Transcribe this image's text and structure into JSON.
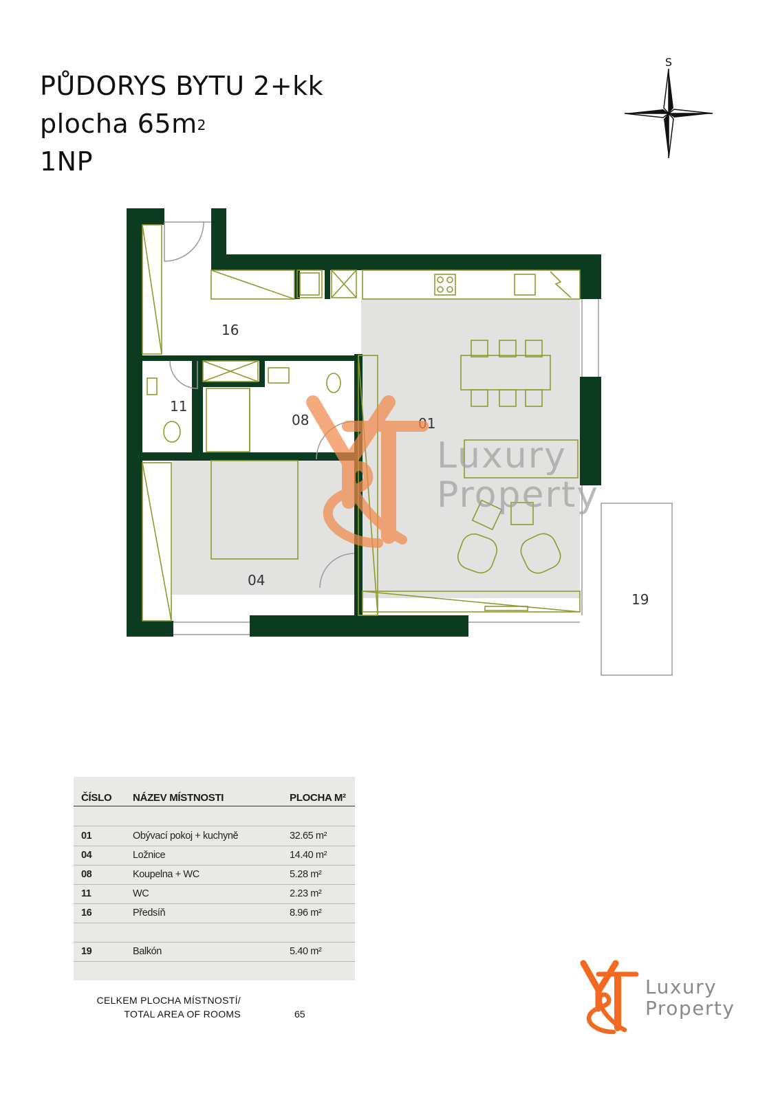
{
  "header": {
    "line1": "PŮDORYS BYTU 2+kk",
    "line2_prefix": "plocha 65m",
    "line2_sup": "2",
    "line3": "1NP"
  },
  "compass": {
    "label": "S"
  },
  "plan": {
    "rooms": [
      {
        "id": "16",
        "label": "16"
      },
      {
        "id": "11",
        "label": "11"
      },
      {
        "id": "08",
        "label": "08"
      },
      {
        "id": "01",
        "label": "01"
      },
      {
        "id": "04",
        "label": "04"
      },
      {
        "id": "19",
        "label": "19"
      }
    ],
    "wall_color": "#0d3b1f",
    "floor_color": "#e2e2e0",
    "line_color": "#9aa23a"
  },
  "watermark": {
    "lines": [
      "Luxury",
      "Property"
    ],
    "mark_color": "#f08a4b"
  },
  "table": {
    "headers": {
      "num": "ČÍSLO",
      "name": "NÁZEV MÍSTNOSTI",
      "area": "PLOCHA M²"
    },
    "rows": [
      {
        "num": "01",
        "name": "Obývací pokoj + kuchyně",
        "area": "32.65 m²"
      },
      {
        "num": "04",
        "name": "Ložnice",
        "area": "14.40 m²"
      },
      {
        "num": "08",
        "name": "Koupelna + WC",
        "area": "5.28 m²"
      },
      {
        "num": "11",
        "name": "WC",
        "area": "2.23 m²"
      },
      {
        "num": "16",
        "name": "Předsíň",
        "area": "8.96 m²"
      },
      {
        "num": "",
        "name": "",
        "area": ""
      },
      {
        "num": "19",
        "name": "Balkón",
        "area": "5.40 m²"
      }
    ]
  },
  "total": {
    "label_line1": "CELKEM PLOCHA MÍSTNOSTÍ/",
    "label_line2": "TOTAL AREA OF ROOMS",
    "value": "65"
  },
  "logo": {
    "line1": "Luxury",
    "line2": "Property",
    "mark_color": "#f26a21",
    "text_color": "#8a8a8a"
  }
}
